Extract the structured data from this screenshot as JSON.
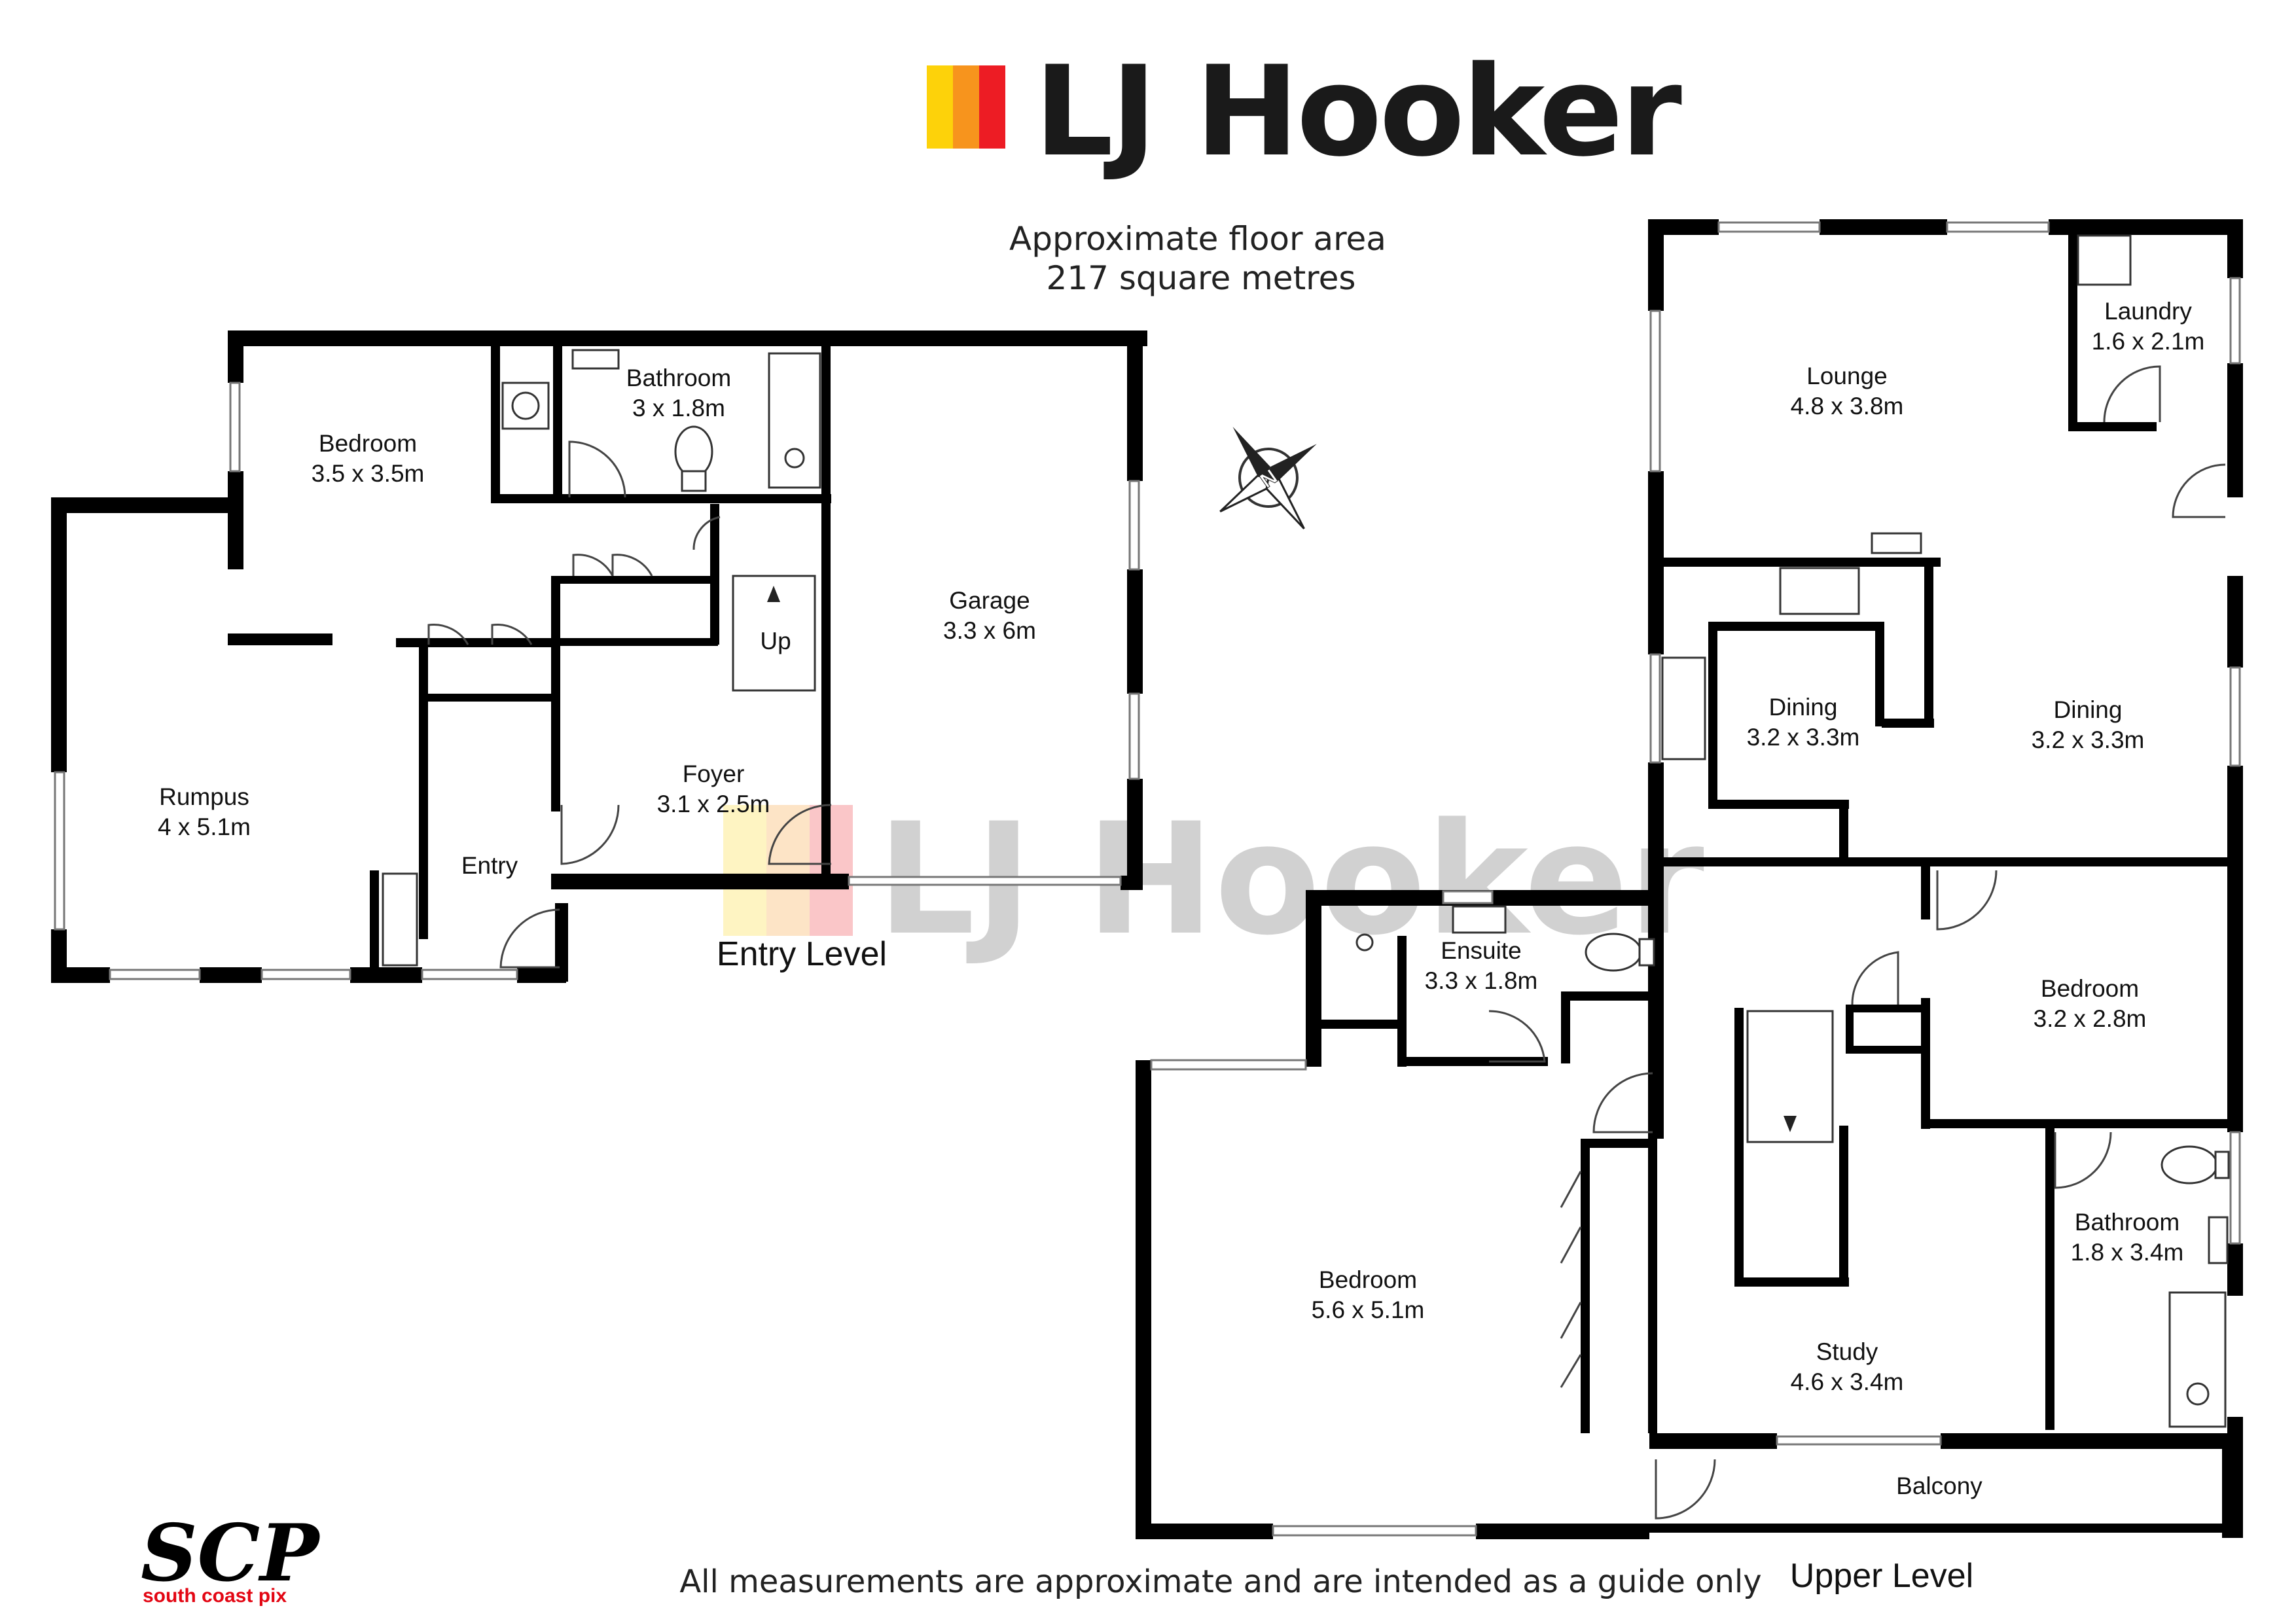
{
  "brand": {
    "name": "LJ Hooker",
    "colors": {
      "yellow": "#fdd20a",
      "orange": "#f7941d",
      "red": "#ed1c24",
      "text": "#1a1a1a"
    }
  },
  "floor_area": {
    "line1": "Approximate floor area",
    "line2": "217 square metres"
  },
  "levels": {
    "entry": "Entry Level",
    "upper": "Upper Level"
  },
  "entry_rooms": {
    "bedroom": {
      "name": "Bedroom",
      "size": "3.5 x 3.5m"
    },
    "bathroom": {
      "name": "Bathroom",
      "size": "3 x 1.8m"
    },
    "garage": {
      "name": "Garage",
      "size": "3.3 x 6m"
    },
    "rumpus": {
      "name": "Rumpus",
      "size": "4 x 5.1m"
    },
    "foyer": {
      "name": "Foyer",
      "size": "3.1 x 2.5m"
    },
    "entry": {
      "name": "Entry"
    },
    "stairs": {
      "label": "Up"
    }
  },
  "upper_rooms": {
    "lounge": {
      "name": "Lounge",
      "size": "4.8 x 3.8m"
    },
    "laundry": {
      "name": "Laundry",
      "size": "1.6 x 2.1m"
    },
    "dining_left": {
      "name": "Dining",
      "size": "3.2 x 3.3m"
    },
    "dining_right": {
      "name": "Dining",
      "size": "3.2 x 3.3m"
    },
    "ensuite": {
      "name": "Ensuite",
      "size": "3.3 x 1.8m"
    },
    "bedroom_small": {
      "name": "Bedroom",
      "size": "3.2 x 2.8m"
    },
    "bedroom_main": {
      "name": "Bedroom",
      "size": "5.6 x 5.1m"
    },
    "bathroom": {
      "name": "Bathroom",
      "size": "1.8 x 3.4m"
    },
    "study": {
      "name": "Study",
      "size": "4.6 x 3.4m"
    },
    "balcony": {
      "name": "Balcony"
    }
  },
  "compass": {
    "label": "N"
  },
  "disclaimer": "All measurements are approximate and are intended as a guide only",
  "photographer": {
    "mark": "SCP",
    "name": "south coast pix",
    "color": "#e30613"
  }
}
